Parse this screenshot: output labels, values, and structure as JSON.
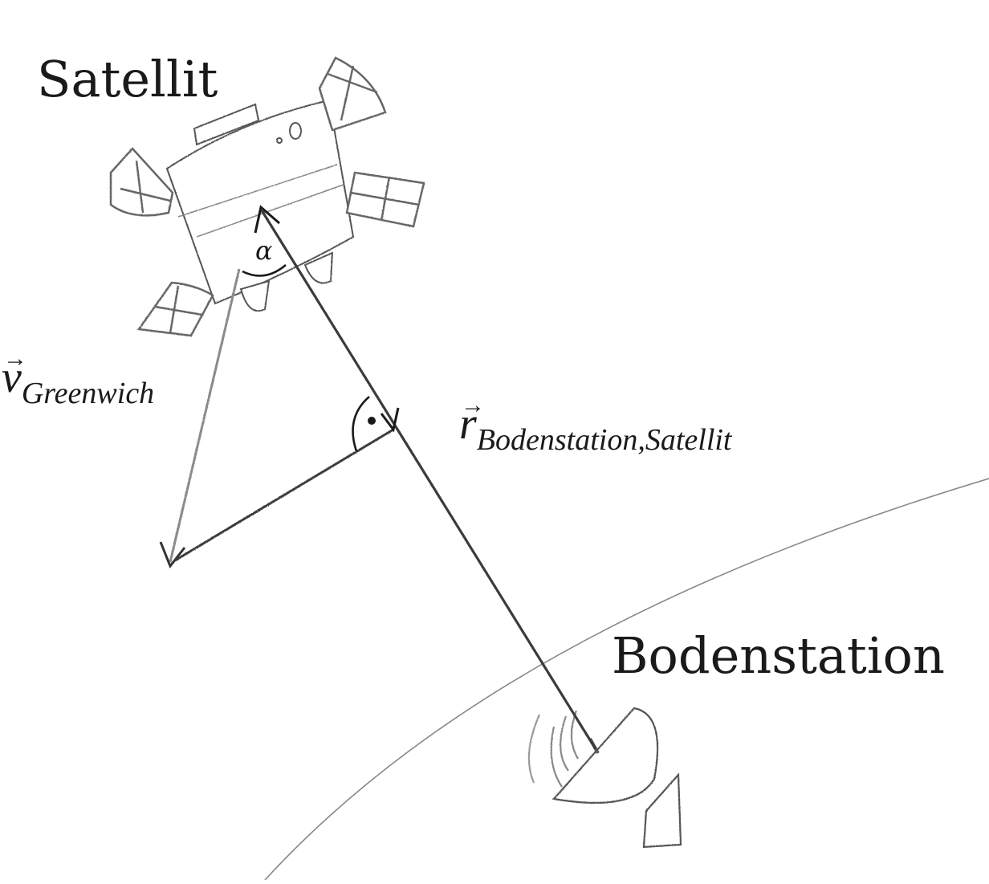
{
  "labels": {
    "satellite": "Satellit",
    "ground_station": "Bodenstation",
    "angle": "α"
  },
  "vectors": {
    "velocity": {
      "symbol": "v",
      "subscript": "Greenwich"
    },
    "position": {
      "symbol": "r",
      "subscript": "Bodenstation,Satellit"
    }
  },
  "colors": {
    "ink": "#1a1a1a",
    "pencil": "#777777",
    "panel": "#555555"
  }
}
